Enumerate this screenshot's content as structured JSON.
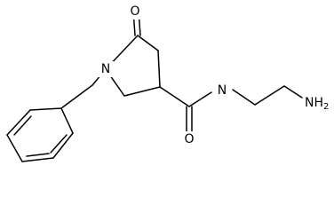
{
  "structure": {
    "atoms": {
      "O1": "O",
      "N1": "N",
      "N2": "N",
      "O2": "O",
      "NH2_main": "NH",
      "NH2_sub": "2"
    },
    "colors": {
      "bond": "#000000",
      "label": "#000000",
      "background": "#ffffff"
    }
  }
}
